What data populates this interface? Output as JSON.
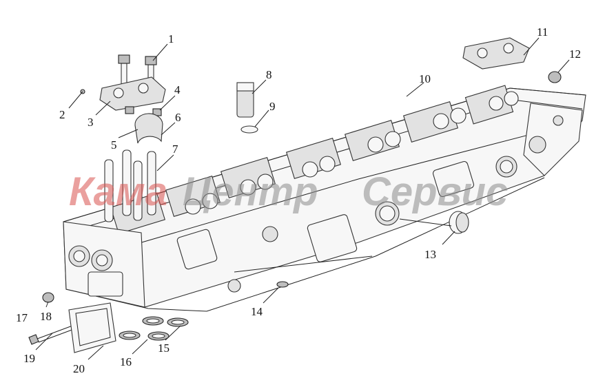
{
  "diagram": {
    "watermark": {
      "text": "КамаЦентрСервис",
      "part1": "Кама",
      "part2": "Центр",
      "part3": "Сервис"
    },
    "callouts": [
      "1",
      "2",
      "3",
      "4",
      "5",
      "6",
      "7",
      "8",
      "9",
      "10",
      "11",
      "12",
      "13",
      "14",
      "15",
      "16",
      "17",
      "18",
      "19",
      "20"
    ],
    "colors": {
      "line": "#222222",
      "watermark_red": "#d9534f",
      "watermark_gray": "#8c8c8c",
      "background": "#ffffff"
    }
  }
}
